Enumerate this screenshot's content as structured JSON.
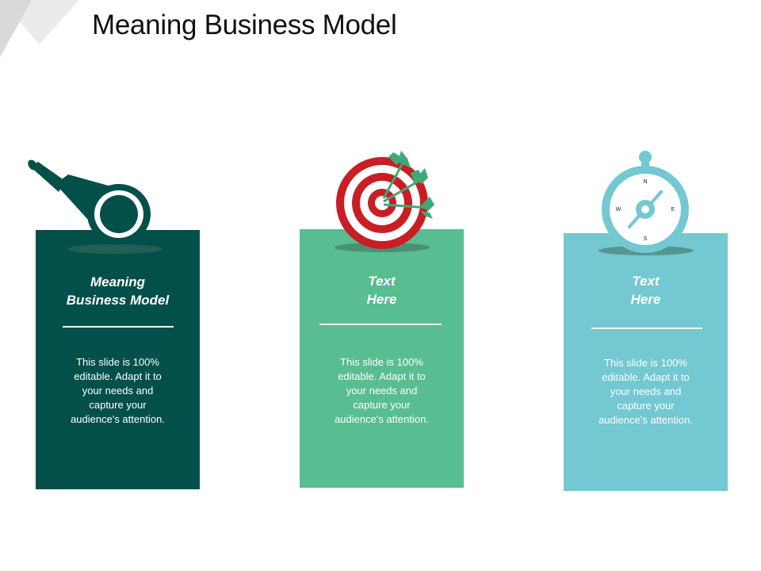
{
  "slide": {
    "title": "Meaning Business Model"
  },
  "colors": {
    "card_dark": "#03504A",
    "card_green": "#58BD90",
    "card_teal": "#73C8D1",
    "target_red": "#C81E24",
    "dart_green": "#3FA877",
    "compass_teal": "#73C8D1",
    "shadow": "#3D6B5F"
  },
  "cards": [
    {
      "heading_lines": [
        "Meaning",
        "Business Model"
      ],
      "body_lines": [
        "This slide is 100%",
        "editable. Adapt it to",
        "your needs and",
        "capture your",
        "audience's attention."
      ],
      "icon": "telescope-icon"
    },
    {
      "heading_lines": [
        "Text",
        "Here"
      ],
      "body_lines": [
        "This slide is 100%",
        "editable. Adapt it to",
        "your needs and",
        "capture your",
        "audience's attention."
      ],
      "icon": "target-icon"
    },
    {
      "heading_lines": [
        "Text",
        "Here"
      ],
      "body_lines": [
        "This slide is 100%",
        "editable. Adapt it to",
        "your needs and",
        "capture your",
        "audience's attention."
      ],
      "icon": "compass-icon"
    }
  ],
  "compass": {
    "n": "N",
    "e": "E",
    "s": "S",
    "w": "W"
  }
}
